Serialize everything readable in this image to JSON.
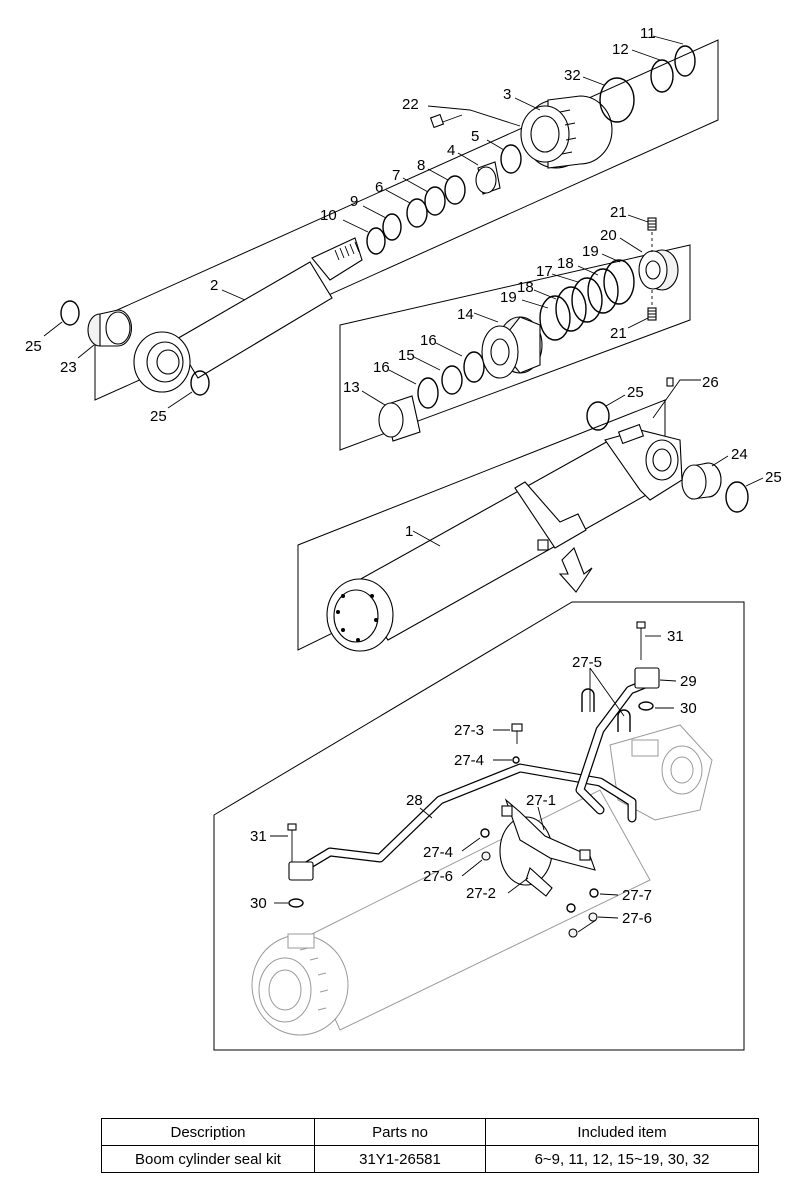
{
  "callouts": [
    {
      "id": "c1",
      "text": "11"
    },
    {
      "id": "c2",
      "text": "12"
    },
    {
      "id": "c3",
      "text": "32"
    },
    {
      "id": "c4",
      "text": "3"
    },
    {
      "id": "c5",
      "text": "22"
    },
    {
      "id": "c6",
      "text": "5"
    },
    {
      "id": "c7",
      "text": "4"
    },
    {
      "id": "c8",
      "text": "8"
    },
    {
      "id": "c9",
      "text": "7"
    },
    {
      "id": "c10",
      "text": "6"
    },
    {
      "id": "c11",
      "text": "9"
    },
    {
      "id": "c12",
      "text": "10"
    },
    {
      "id": "c13",
      "text": "2"
    },
    {
      "id": "c14",
      "text": "21"
    },
    {
      "id": "c15",
      "text": "20"
    },
    {
      "id": "c16",
      "text": "19"
    },
    {
      "id": "c17",
      "text": "18"
    },
    {
      "id": "c18",
      "text": "17"
    },
    {
      "id": "c19",
      "text": "18"
    },
    {
      "id": "c20",
      "text": "19"
    },
    {
      "id": "c21",
      "text": "21"
    },
    {
      "id": "c22",
      "text": "14"
    },
    {
      "id": "c23",
      "text": "16"
    },
    {
      "id": "c24",
      "text": "15"
    },
    {
      "id": "c25",
      "text": "16"
    },
    {
      "id": "c26",
      "text": "13"
    },
    {
      "id": "c27",
      "text": "25"
    },
    {
      "id": "c28",
      "text": "23"
    },
    {
      "id": "c29",
      "text": "25"
    },
    {
      "id": "c30",
      "text": "25"
    },
    {
      "id": "c31",
      "text": "26"
    },
    {
      "id": "c32",
      "text": "24"
    },
    {
      "id": "c33",
      "text": "25"
    },
    {
      "id": "c34",
      "text": "1"
    },
    {
      "id": "c35",
      "text": "31"
    },
    {
      "id": "c36",
      "text": "27-5"
    },
    {
      "id": "c37",
      "text": "29"
    },
    {
      "id": "c38",
      "text": "30"
    },
    {
      "id": "c39",
      "text": "27-3"
    },
    {
      "id": "c40",
      "text": "27-4"
    },
    {
      "id": "c41",
      "text": "28"
    },
    {
      "id": "c42",
      "text": "27-1"
    },
    {
      "id": "c43",
      "text": "31"
    },
    {
      "id": "c44",
      "text": "27-4"
    },
    {
      "id": "c45",
      "text": "27-6"
    },
    {
      "id": "c46",
      "text": "27-2"
    },
    {
      "id": "c47",
      "text": "27-7"
    },
    {
      "id": "c48",
      "text": "30"
    },
    {
      "id": "c49",
      "text": "27-6"
    }
  ],
  "seal_kit_table": {
    "headers": {
      "description": "Description",
      "parts_no": "Parts no",
      "included_item": "Included item"
    },
    "rows": [
      {
        "description": "Boom cylinder seal kit",
        "parts_no": "31Y1-26581",
        "included_item": "6~9, 11, 12, 15~19, 30, 32"
      }
    ]
  }
}
